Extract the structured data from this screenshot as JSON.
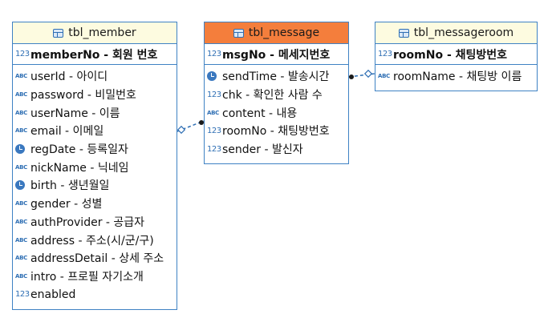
{
  "tables": {
    "member": {
      "name": "tbl_member",
      "pk": {
        "icon": "key-number-icon",
        "label": "memberNo - 회원 번호"
      },
      "columns": [
        {
          "icon": "abc",
          "label": "userId - 아이디"
        },
        {
          "icon": "abc",
          "label": "password - 비밀번호"
        },
        {
          "icon": "abc",
          "label": "userName - 이름"
        },
        {
          "icon": "abc",
          "label": "email - 이메일"
        },
        {
          "icon": "clock",
          "label": "regDate - 등록일자"
        },
        {
          "icon": "abc",
          "label": "nickName - 닉네임"
        },
        {
          "icon": "clock",
          "label": "birth - 생년월일"
        },
        {
          "icon": "abc",
          "label": "gender - 성별"
        },
        {
          "icon": "abc",
          "label": "authProvider - 공급자"
        },
        {
          "icon": "abc",
          "label": "address - 주소(시/군/구)"
        },
        {
          "icon": "abc",
          "label": "addressDetail - 상세 주소"
        },
        {
          "icon": "abc",
          "label": "intro - 프로필 자기소개"
        },
        {
          "icon": "num",
          "label": "enabled"
        }
      ]
    },
    "message": {
      "name": "tbl_message",
      "pk": {
        "icon": "key-number-icon",
        "label": "msgNo - 메세지번호"
      },
      "columns": [
        {
          "icon": "clock",
          "label": "sendTime - 발송시간"
        },
        {
          "icon": "num",
          "label": "chk - 확인한 사람 수"
        },
        {
          "icon": "abc",
          "label": "content - 내용"
        },
        {
          "icon": "fk",
          "label": "roomNo - 채팅방번호"
        },
        {
          "icon": "fk",
          "label": "sender - 발신자"
        }
      ]
    },
    "messageroom": {
      "name": "tbl_messageroom",
      "pk": {
        "icon": "key-number-icon",
        "label": "roomNo - 채팅방번호"
      },
      "columns": [
        {
          "icon": "abc",
          "label": "roomName - 채팅방 이름"
        }
      ]
    }
  },
  "icon_text": {
    "abc": "ABC",
    "num": "123",
    "key": "123"
  },
  "colors": {
    "border": "#3f82c4",
    "header_default": "#fdfbe0",
    "header_selected": "#f47e3c",
    "connector": "#2f6fb4"
  }
}
